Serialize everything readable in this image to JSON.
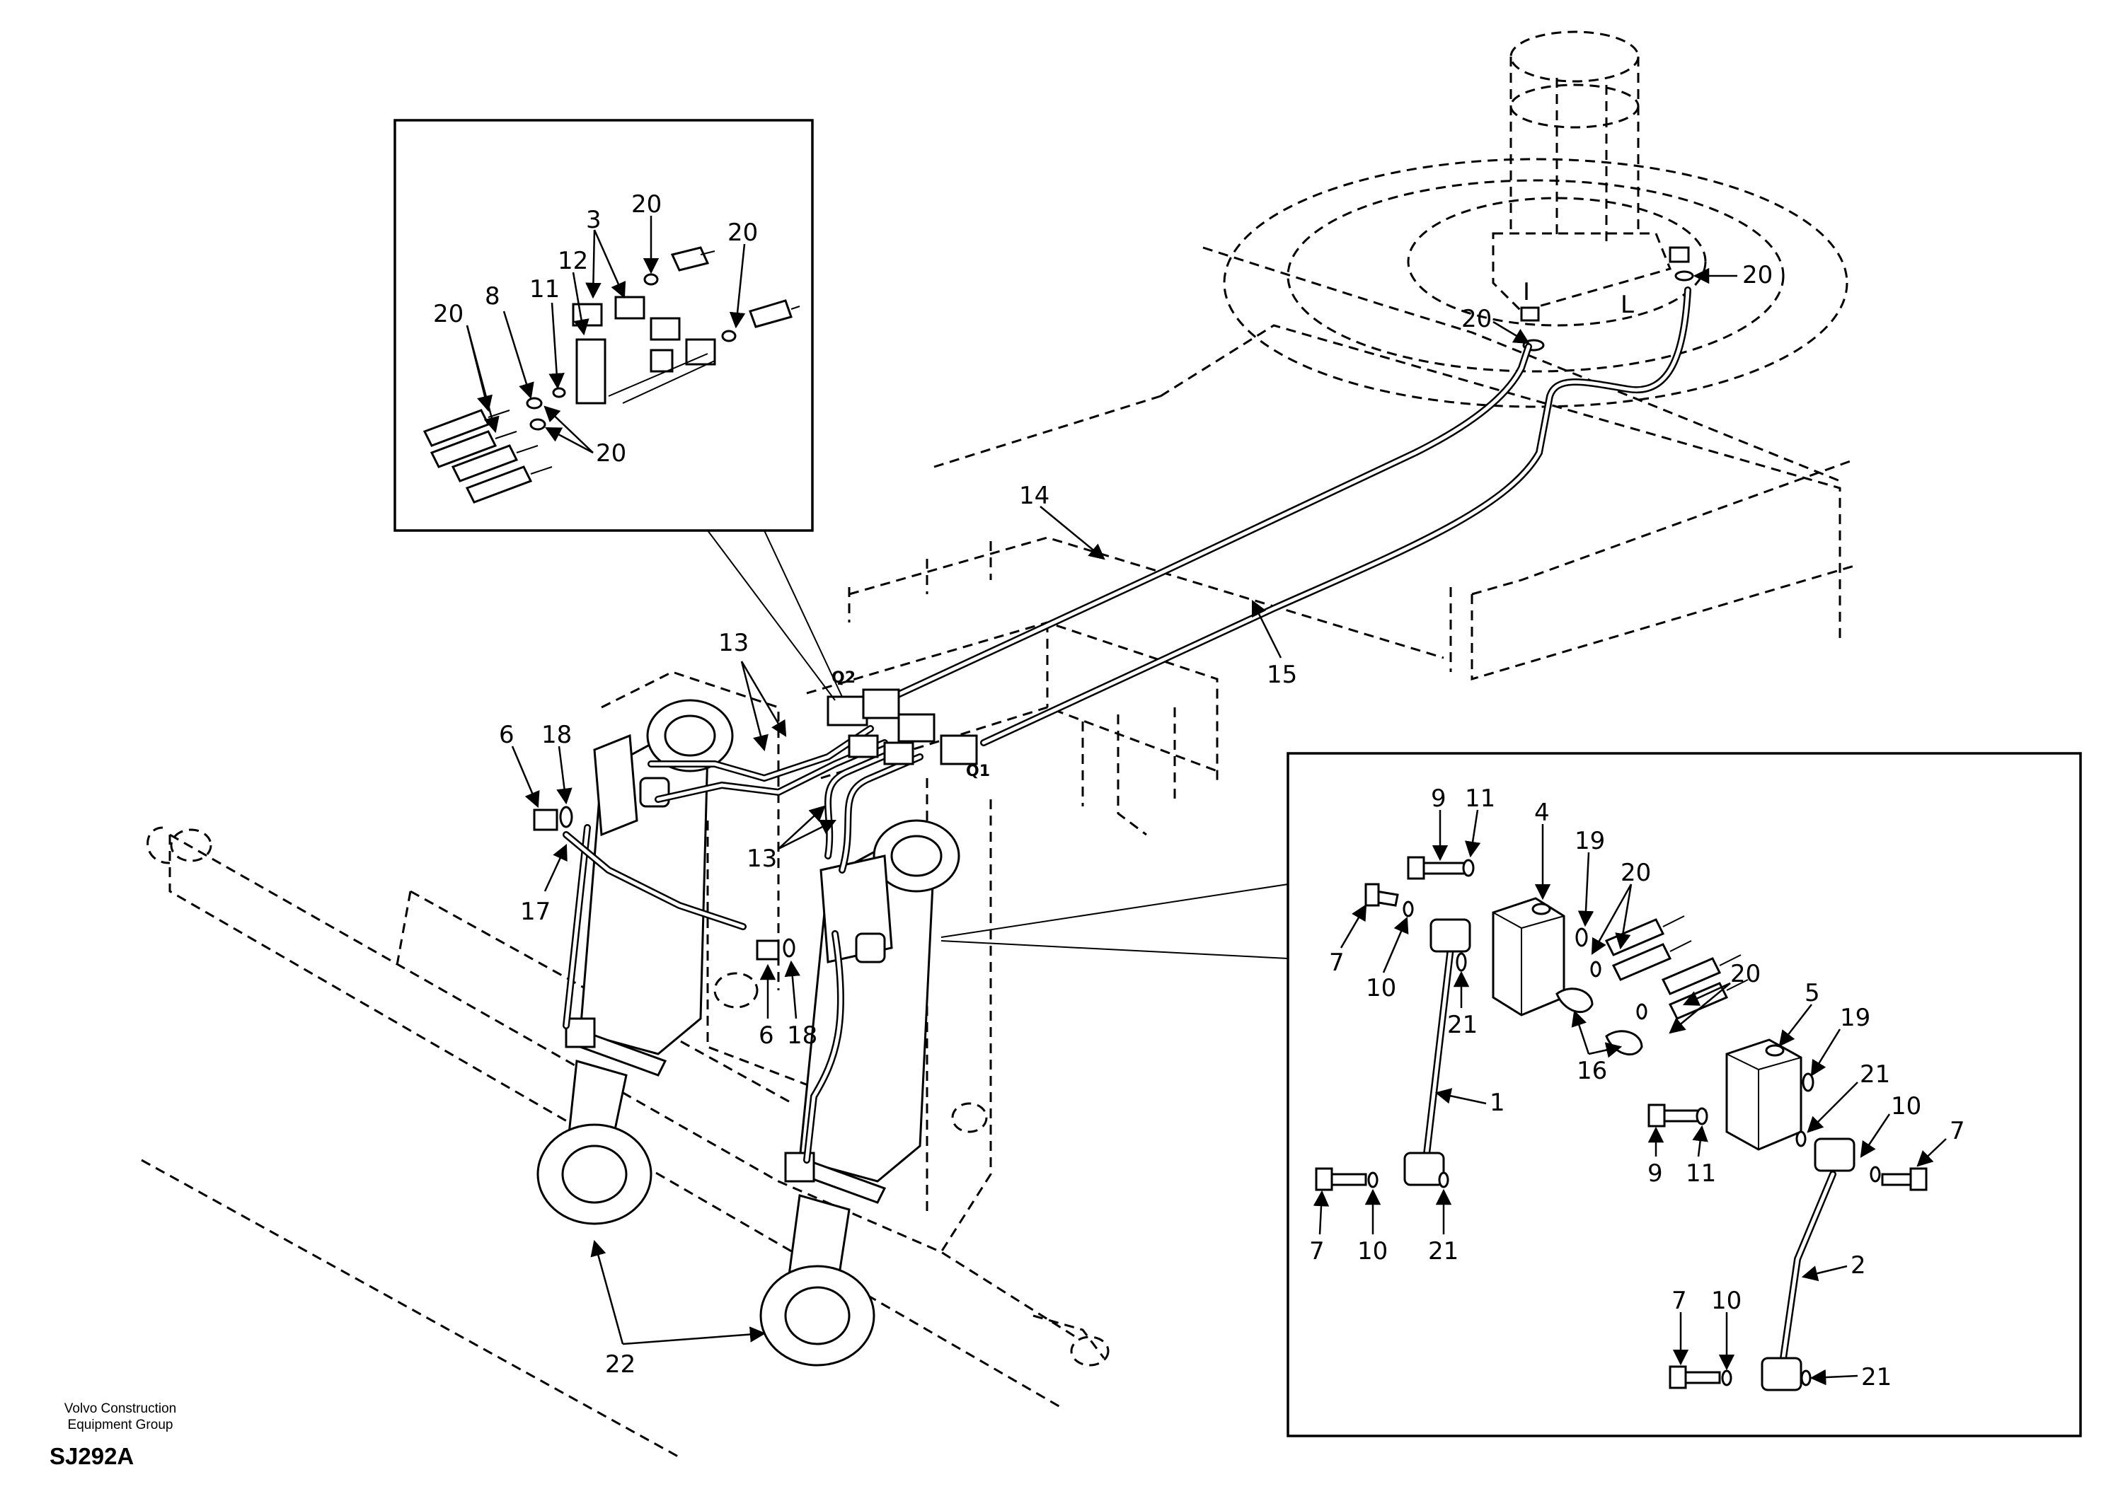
{
  "footer": {
    "company_line1": "Volvo Construction",
    "company_line2": "Equipment Group",
    "drawing_id": "SJ292A"
  },
  "port_marks": {
    "i": "I",
    "l": "L",
    "q1": "Q1",
    "q2": "Q2"
  },
  "callouts": {
    "main": {
      "c6a": "6",
      "c18a": "18",
      "c17": "17",
      "c6b": "6",
      "c18b": "18",
      "c13a": "13",
      "c13b": "13",
      "c14": "14",
      "c15": "15",
      "c20a": "20",
      "c20b": "20",
      "c22": "22"
    },
    "inset_top": {
      "c3": "3",
      "c20a": "20",
      "c20b": "20",
      "c20c": "20",
      "c20d": "20",
      "c8": "8",
      "c11": "11",
      "c12": "12"
    },
    "inset_right": {
      "c9a": "9",
      "c11a": "11",
      "c4": "4",
      "c19a": "19",
      "c20a": "20",
      "c7a": "7",
      "c10a": "10",
      "c21a": "21",
      "c5": "5",
      "c20b": "20",
      "c19b": "19",
      "c16": "16",
      "c21b": "21",
      "c10b": "10",
      "c7b": "7",
      "c1": "1",
      "c9b": "9",
      "c11b": "11",
      "c7c": "7",
      "c10c": "10",
      "c21c": "21",
      "c2": "2",
      "c7d": "7",
      "c10d": "10",
      "c21d": "21"
    }
  }
}
